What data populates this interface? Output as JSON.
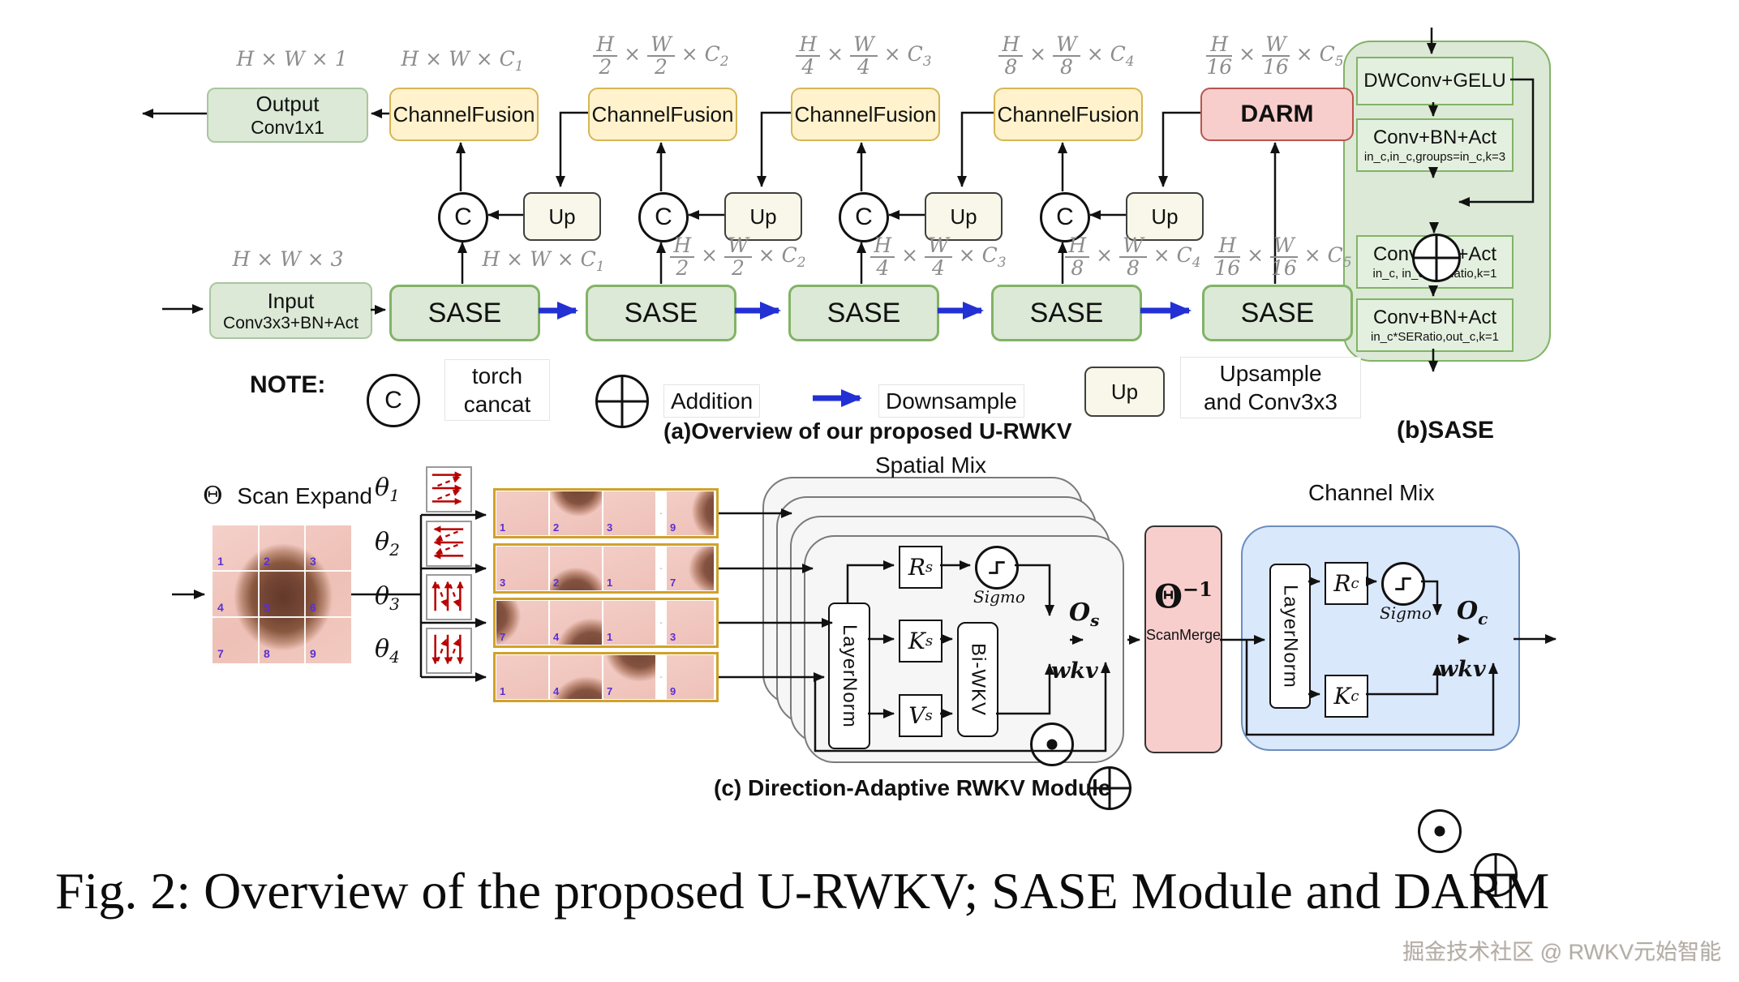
{
  "colors": {
    "green_fill": "#dbe9d6",
    "green_border": "#82b366",
    "yellow_fill": "#fff2cc",
    "yellow_border": "#d6b656",
    "pink_fill": "#f8cecc",
    "pink_border": "#b85450",
    "blue_fill": "#dae8fc",
    "blue_border": "#6c8ebf",
    "arrow_blue": "#2330d4",
    "sheet_fill": "#f6f6f6",
    "strip_border": "#cfa22a",
    "dim_gray": "#8d8d8d",
    "red_arrow": "#b80000"
  },
  "panel_a": {
    "caption": "(a)Overview of our proposed U-RWKV",
    "output_box": {
      "line1": "Output",
      "line2": "Conv1x1"
    },
    "input_box": {
      "line1": "Input",
      "line2": "Conv3x3+BN+Act"
    },
    "channel_fusion_label": "ChannelFusion",
    "darm_label": "DARM",
    "sase_label": "SASE",
    "up_label": "Up",
    "concat_symbol": "C",
    "top_dims": [
      {
        "text": "H × W × 1"
      },
      {
        "text": "H × W × C",
        "sub": "1"
      },
      {
        "den": "2",
        "sub": "2"
      },
      {
        "den": "4",
        "sub": "3"
      },
      {
        "den": "8",
        "sub": "4"
      },
      {
        "den": "16",
        "sub": "5"
      }
    ],
    "mid_dims": [
      {
        "text": "H × W × 3"
      },
      {
        "text": "H × W × C",
        "sub": "1"
      },
      {
        "den": "2",
        "sub": "2"
      },
      {
        "den": "4",
        "sub": "3"
      },
      {
        "den": "8",
        "sub": "4"
      },
      {
        "den": "16",
        "sub": "5"
      }
    ],
    "note": {
      "title": "NOTE:",
      "concat_line1": "torch",
      "concat_line2": "cancat",
      "addition": "Addition",
      "downsample": "Downsample",
      "up": "Up",
      "upsample_line1": "Upsample",
      "upsample_line2": "and Conv3x3"
    }
  },
  "panel_b": {
    "caption": "(b)SASE",
    "blocks": [
      {
        "title": "DWConv+GELU",
        "sub": ""
      },
      {
        "title": "Conv+BN+Act",
        "sub": "in_c,in_c,groups=in_c,k=3"
      },
      {
        "title": "Conv+BN+Act",
        "sub": "in_c, in_c*SERatio,k=1"
      },
      {
        "title": "Conv+BN+Act",
        "sub": "in_c*SERatio,out_c,k=1"
      }
    ]
  },
  "panel_c": {
    "caption": "(c) Direction-Adaptive RWKV Module",
    "scan_expand": {
      "theta": "Θ",
      "label": "Scan Expand"
    },
    "grid_numbers": [
      [
        "1",
        "2",
        "3"
      ],
      [
        "4",
        "5",
        "6"
      ],
      [
        "7",
        "8",
        "9"
      ]
    ],
    "thetas": [
      {
        "base": "θ",
        "sub": "1",
        "dir": "right"
      },
      {
        "base": "θ",
        "sub": "2",
        "dir": "left"
      },
      {
        "base": "θ",
        "sub": "3",
        "dir": "up"
      },
      {
        "base": "θ",
        "sub": "4",
        "dir": "down"
      }
    ],
    "strips": [
      {
        "cells": [
          "1",
          "2",
          "3",
          "9"
        ]
      },
      {
        "cells": [
          "3",
          "2",
          "1",
          "7"
        ]
      },
      {
        "cells": [
          "7",
          "4",
          "1",
          "3"
        ]
      },
      {
        "cells": [
          "1",
          "4",
          "7",
          "9"
        ]
      }
    ],
    "spatial_mix": {
      "title": "Spatial Mix",
      "layernorm": "LayerNorm",
      "r": {
        "base": "R",
        "sub": "s"
      },
      "k": {
        "base": "K",
        "sub": "s"
      },
      "v": {
        "base": "V",
        "sub": "s"
      },
      "biwkv": "Bi-WKV",
      "sigmo": "Sigmo",
      "o": {
        "base": "O",
        "sub": "s"
      },
      "wkv": "wkv"
    },
    "scan_merge": {
      "theta": "Θ",
      "sup": "−1",
      "label": "ScanMerge"
    },
    "channel_mix": {
      "title": "Channel Mix",
      "layernorm": "LayerNorm",
      "r": {
        "base": "R",
        "sub": "c"
      },
      "k": {
        "base": "K",
        "sub": "c"
      },
      "sigmo": "Sigmo",
      "o": {
        "base": "O",
        "sub": "c"
      },
      "wkv": "wkv"
    }
  },
  "figure_caption": "Fig. 2: Overview of the proposed U-RWKV; SASE Module and DARM",
  "watermark": "掘金技术社区 @ RWKV元始智能"
}
